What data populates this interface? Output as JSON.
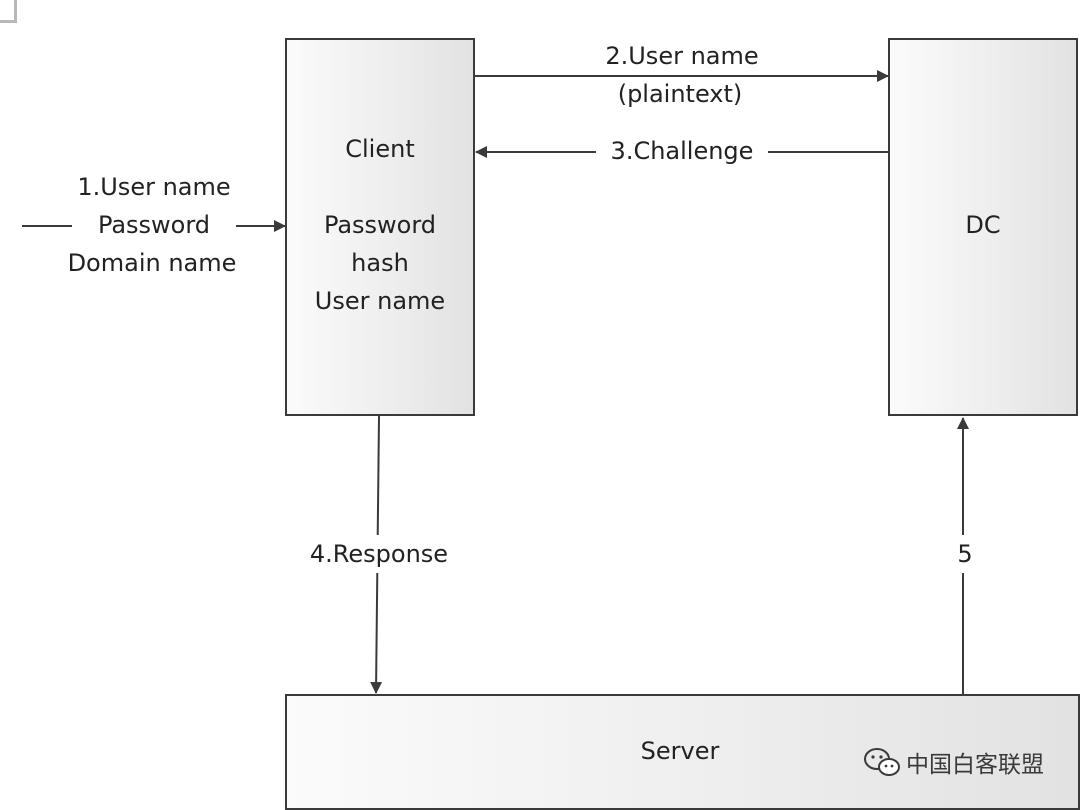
{
  "nodes": {
    "client": {
      "title": "Client",
      "line2": "Password",
      "line3": "hash",
      "line4": "User name"
    },
    "dc": {
      "title": "DC"
    },
    "server": {
      "title": "Server"
    }
  },
  "edges": {
    "step1": {
      "line1": "1.User name",
      "line2": "Password",
      "line3": "Domain name"
    },
    "step2": {
      "line1": "2.User name",
      "line2": "(plaintext)"
    },
    "step3": {
      "label": "3.Challenge"
    },
    "step4": {
      "label": "4.Response"
    },
    "step5": {
      "label": "5"
    }
  },
  "watermark": {
    "text": "中国白客联盟",
    "icon": "wechat-icon"
  },
  "colors": {
    "stroke": "#3a3a3a",
    "box_fill_light": "#fbfbfb",
    "box_fill_dark": "#e2e2e2"
  }
}
